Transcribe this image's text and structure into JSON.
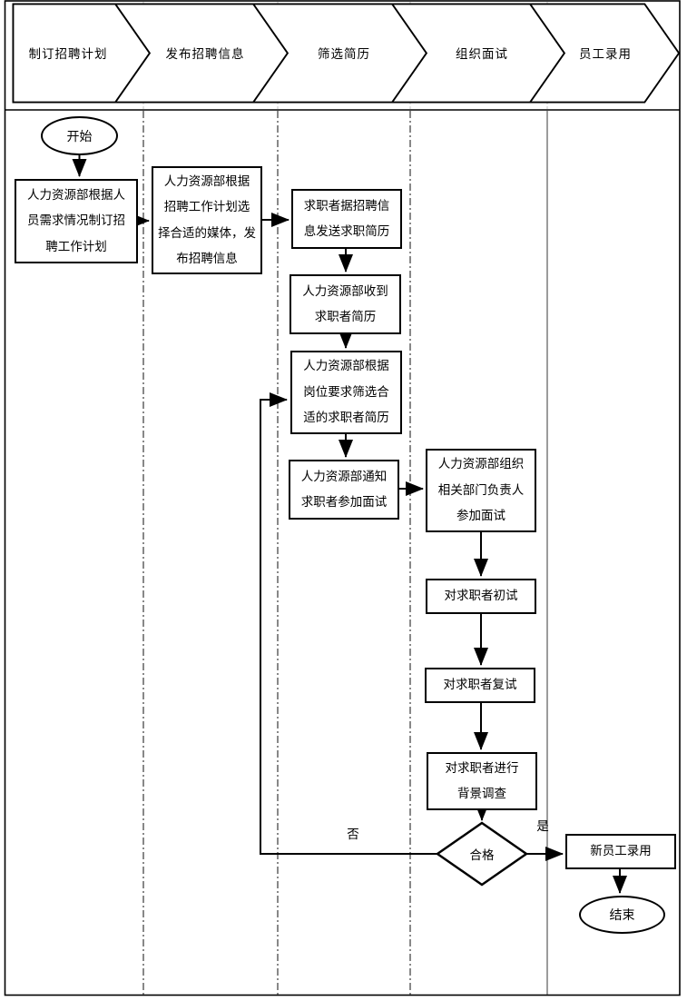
{
  "diagram": {
    "stages": [
      {
        "label": "制订招聘计划"
      },
      {
        "label": "发布招聘信息"
      },
      {
        "label": "筛选简历"
      },
      {
        "label": "组织面试"
      },
      {
        "label": "员工录用"
      }
    ],
    "nodes": {
      "start": {
        "type": "terminator",
        "label": "开始"
      },
      "n1": {
        "type": "process",
        "label": "人力资源部根据人\n员需求情况制订招\n聘工作计划"
      },
      "n2": {
        "type": "process",
        "label": "人力资源部根据\n招聘工作计划选\n择合适的媒体，发\n布招聘信息"
      },
      "n3": {
        "type": "process",
        "label": "求职者据招聘信\n息发送求职简历"
      },
      "n4": {
        "type": "process",
        "label": "人力资源部收到\n求职者简历"
      },
      "n5": {
        "type": "process",
        "label": "人力资源部根据\n岗位要求筛选合\n适的求职者简历"
      },
      "n6": {
        "type": "process",
        "label": "人力资源部通知\n求职者参加面试"
      },
      "n7": {
        "type": "process",
        "label": "人力资源部组织\n相关部门负责人\n参加面试"
      },
      "n8": {
        "type": "process",
        "label": "对求职者初试"
      },
      "n9": {
        "type": "process",
        "label": "对求职者复试"
      },
      "n10": {
        "type": "process",
        "label": "对求职者进行\n背景调查"
      },
      "decision": {
        "type": "decision",
        "label": "合格"
      },
      "n12": {
        "type": "process",
        "label": "新员工录用"
      },
      "end": {
        "type": "terminator",
        "label": "结束"
      }
    },
    "edge_labels": {
      "no": "否",
      "yes": "是"
    },
    "colors": {
      "line": "#000000",
      "background": "#ffffff",
      "grid": "#c4c4c4"
    }
  }
}
